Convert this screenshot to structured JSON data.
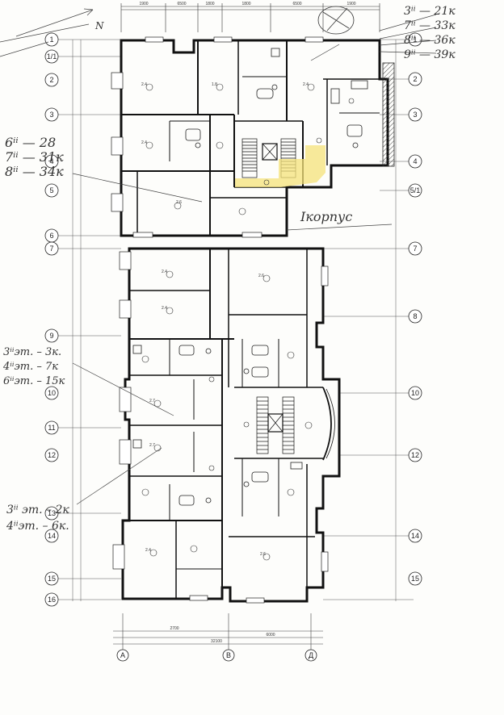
{
  "handwritten": {
    "north": "N",
    "top_right": [
      "3ⁱⁱ — 21к",
      "7ⁱⁱ — 33к",
      "8ⁱⁱ — 36к",
      "9ⁱⁱ — 39к"
    ],
    "left_upper": [
      "6ⁱⁱ — 28",
      "7ⁱⁱ — 31к",
      "8ⁱⁱ — 34к"
    ],
    "korpus": "Iкорпус",
    "left_middle": [
      "3ⁱⁱэт. – 3к.",
      "4ⁱⁱэт. – 7к",
      "6ⁱⁱэт. – 15к"
    ],
    "left_lower": [
      "3ⁱⁱ эт. – 2к",
      "4ⁱⁱэт. – 6к."
    ]
  },
  "axes": {
    "left": [
      "1",
      "1/1",
      "2",
      "3",
      "4",
      "5",
      "6",
      "7",
      "9",
      "10",
      "11",
      "12",
      "13",
      "14",
      "15",
      "16"
    ],
    "right": [
      "1",
      "2",
      "3",
      "4",
      "5/1",
      "7",
      "8",
      "10",
      "12",
      "14",
      "15"
    ],
    "bottom": [
      "А",
      "В",
      "Д"
    ]
  },
  "dims": {
    "top": [
      "1900",
      "6500",
      "1800",
      "1800",
      "6500",
      "1900"
    ],
    "bottom": [
      "2700",
      "32100",
      "6000"
    ]
  }
}
